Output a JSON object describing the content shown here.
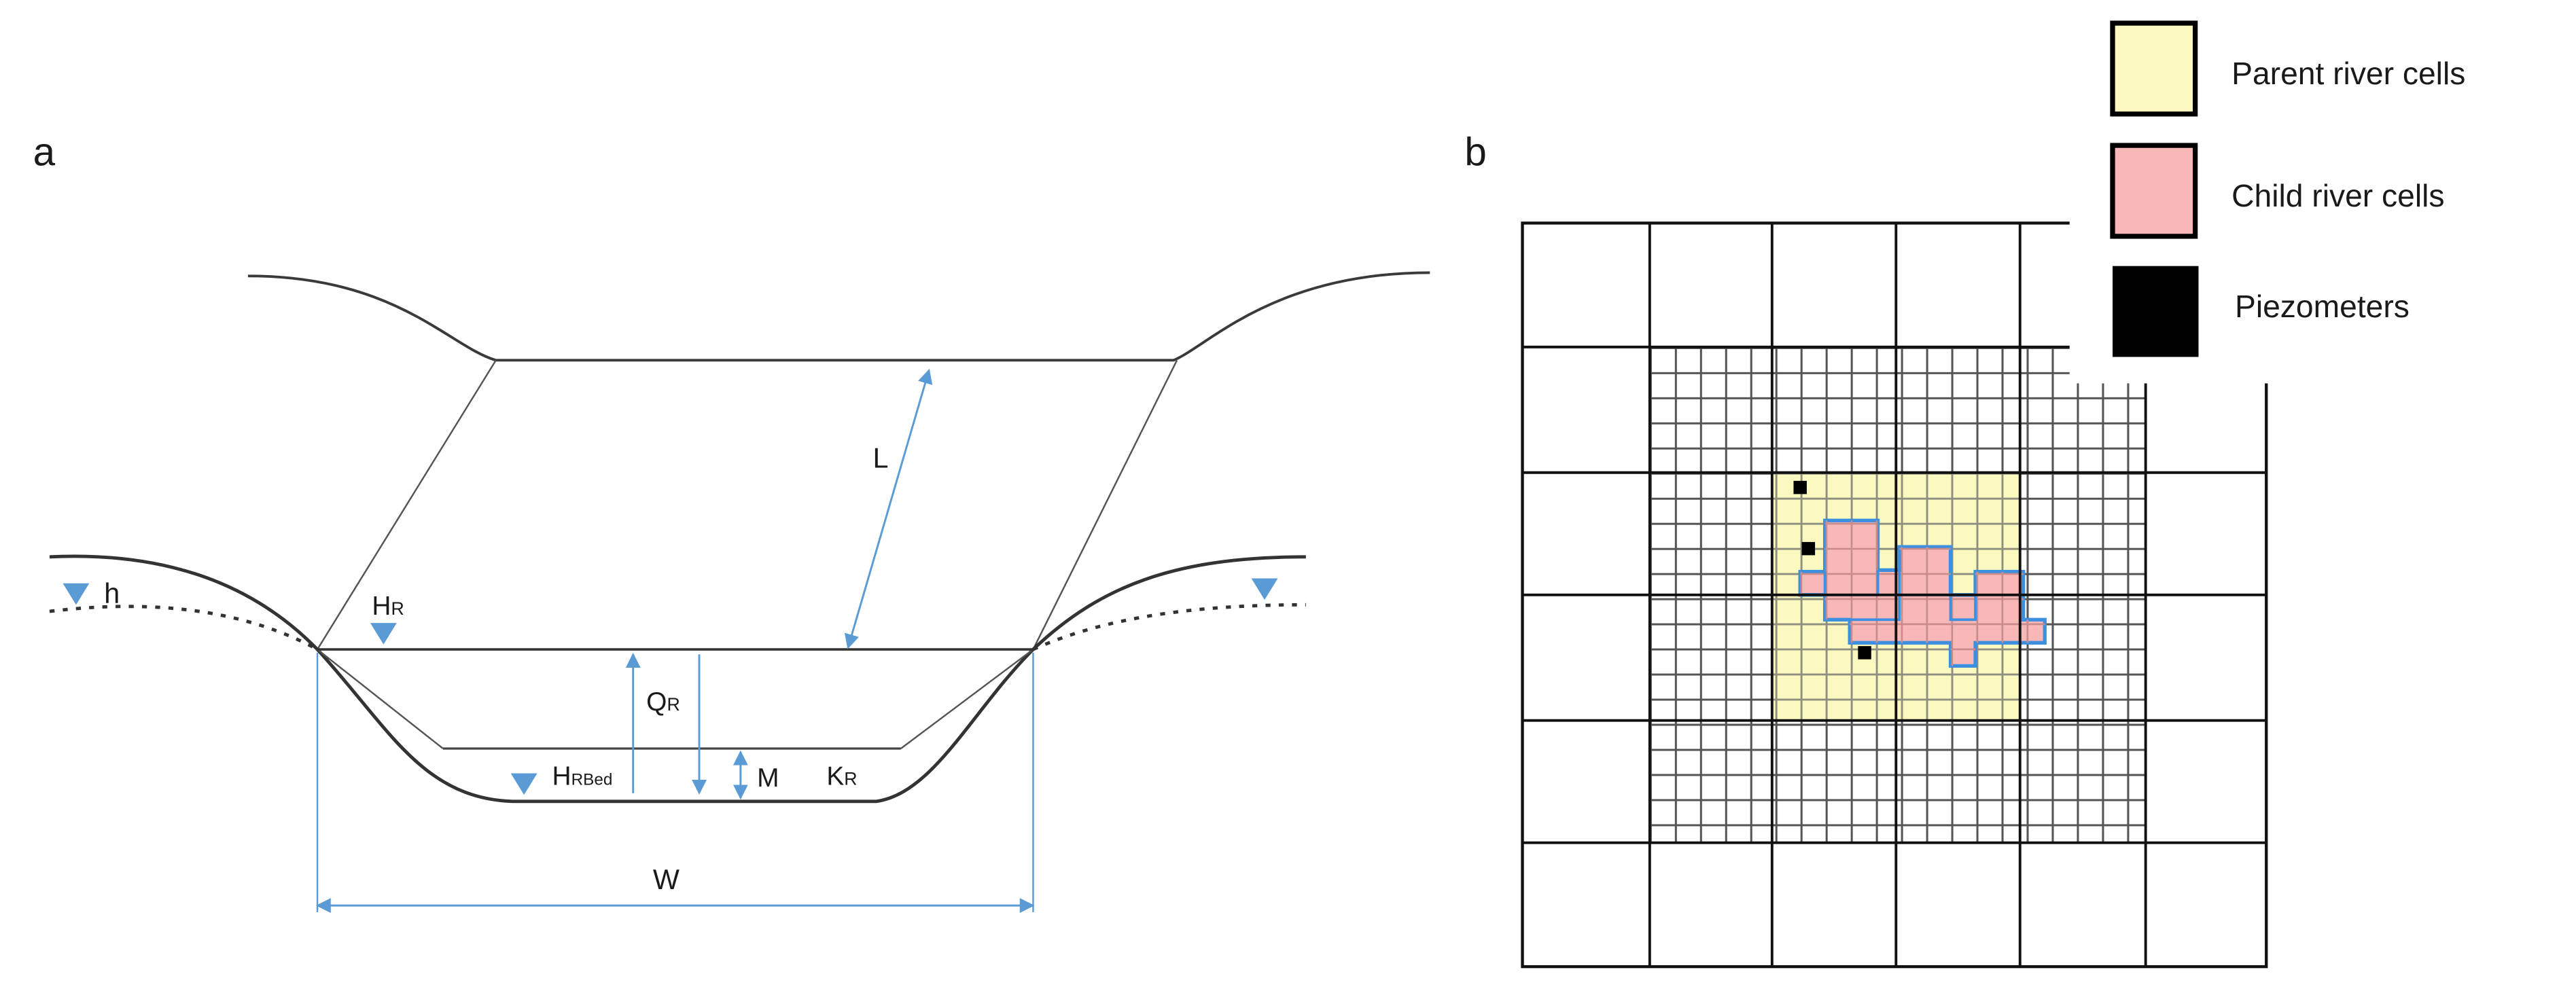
{
  "panel_a": {
    "label": "a",
    "symbols": {
      "L": "L",
      "h": "h",
      "HR": "H",
      "HR_sub": "R",
      "QR": "Q",
      "QR_sub": "R",
      "HRBed": "H",
      "HRBed_sub": "RBed",
      "M": "M",
      "KR": "K",
      "KR_sub": "R",
      "W": "W"
    }
  },
  "panel_b": {
    "label": "b",
    "legend": [
      {
        "label": "Parent river cells",
        "color": "#fbf9c0"
      },
      {
        "label": "Child river cells",
        "color": "#f9b8b8"
      },
      {
        "label": "Piezometers",
        "color": "#000000"
      }
    ]
  },
  "colors": {
    "line": "#333333",
    "accent_blue": "#5b9bd5",
    "river_outline": "#3d8fe0"
  }
}
